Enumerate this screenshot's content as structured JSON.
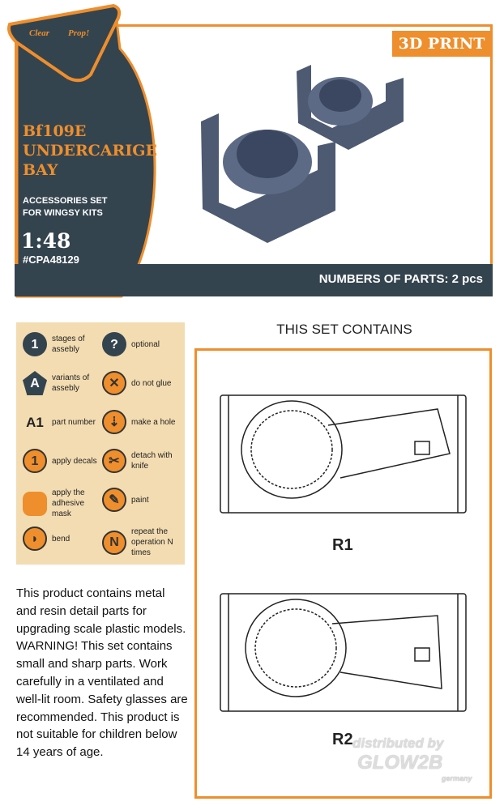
{
  "brand": {
    "logo_text": "Clear Prop!"
  },
  "header": {
    "badge": "3D PRINT",
    "title_lines": [
      "Bf109E",
      "UNDERCARIGE",
      "BAY"
    ],
    "subtitle_lines": [
      "ACCESSORIES SET",
      "FOR WINGSY KITS"
    ],
    "scale": "1:48",
    "code": "#CPA48129",
    "parts_count": "NUMBERS OF PARTS:  2 pcs"
  },
  "legend": [
    {
      "icon": "stage-number-icon",
      "glyph": "1",
      "label": "stages of assebly"
    },
    {
      "icon": "question-icon",
      "glyph": "?",
      "label": "optional"
    },
    {
      "icon": "pentagon-variant-icon",
      "glyph": "A",
      "label": "variants of assebly"
    },
    {
      "icon": "no-glue-icon",
      "glyph": "✕",
      "label": "do not glue"
    },
    {
      "icon": "part-number-icon",
      "glyph": "A1",
      "label": "part number"
    },
    {
      "icon": "drill-icon",
      "glyph": "⇣",
      "label": "make a hole"
    },
    {
      "icon": "decal-icon",
      "glyph": "1",
      "label": "apply decals"
    },
    {
      "icon": "knife-icon",
      "glyph": "✂",
      "label": "detach with knife"
    },
    {
      "icon": "mask-icon",
      "glyph": "",
      "label": "apply the adhesive mask"
    },
    {
      "icon": "brush-icon",
      "glyph": "✎",
      "label": "paint"
    },
    {
      "icon": "bend-icon",
      "glyph": "◗",
      "label": "bend"
    },
    {
      "icon": "repeat-icon",
      "glyph": "N",
      "label": "repeat the operation N times"
    }
  ],
  "description": "This product contains metal and resin detail parts for upgrading scale plastic models.",
  "warning": "WARNING! This set contains small and sharp parts. Work carefully in a ventilated and well-lit room. Safety glasses are recommended. This product is not suitable for children below 14 years of age.",
  "contents": {
    "title": "THIS SET CONTAINS",
    "parts": [
      "R1",
      "R2"
    ]
  },
  "watermark": {
    "line1": "distributed by",
    "line2": "GLOW2B",
    "line3": "germany"
  },
  "colors": {
    "orange": "#ee8e2c",
    "slate": "#34444f",
    "beige": "#f3dcb1"
  }
}
